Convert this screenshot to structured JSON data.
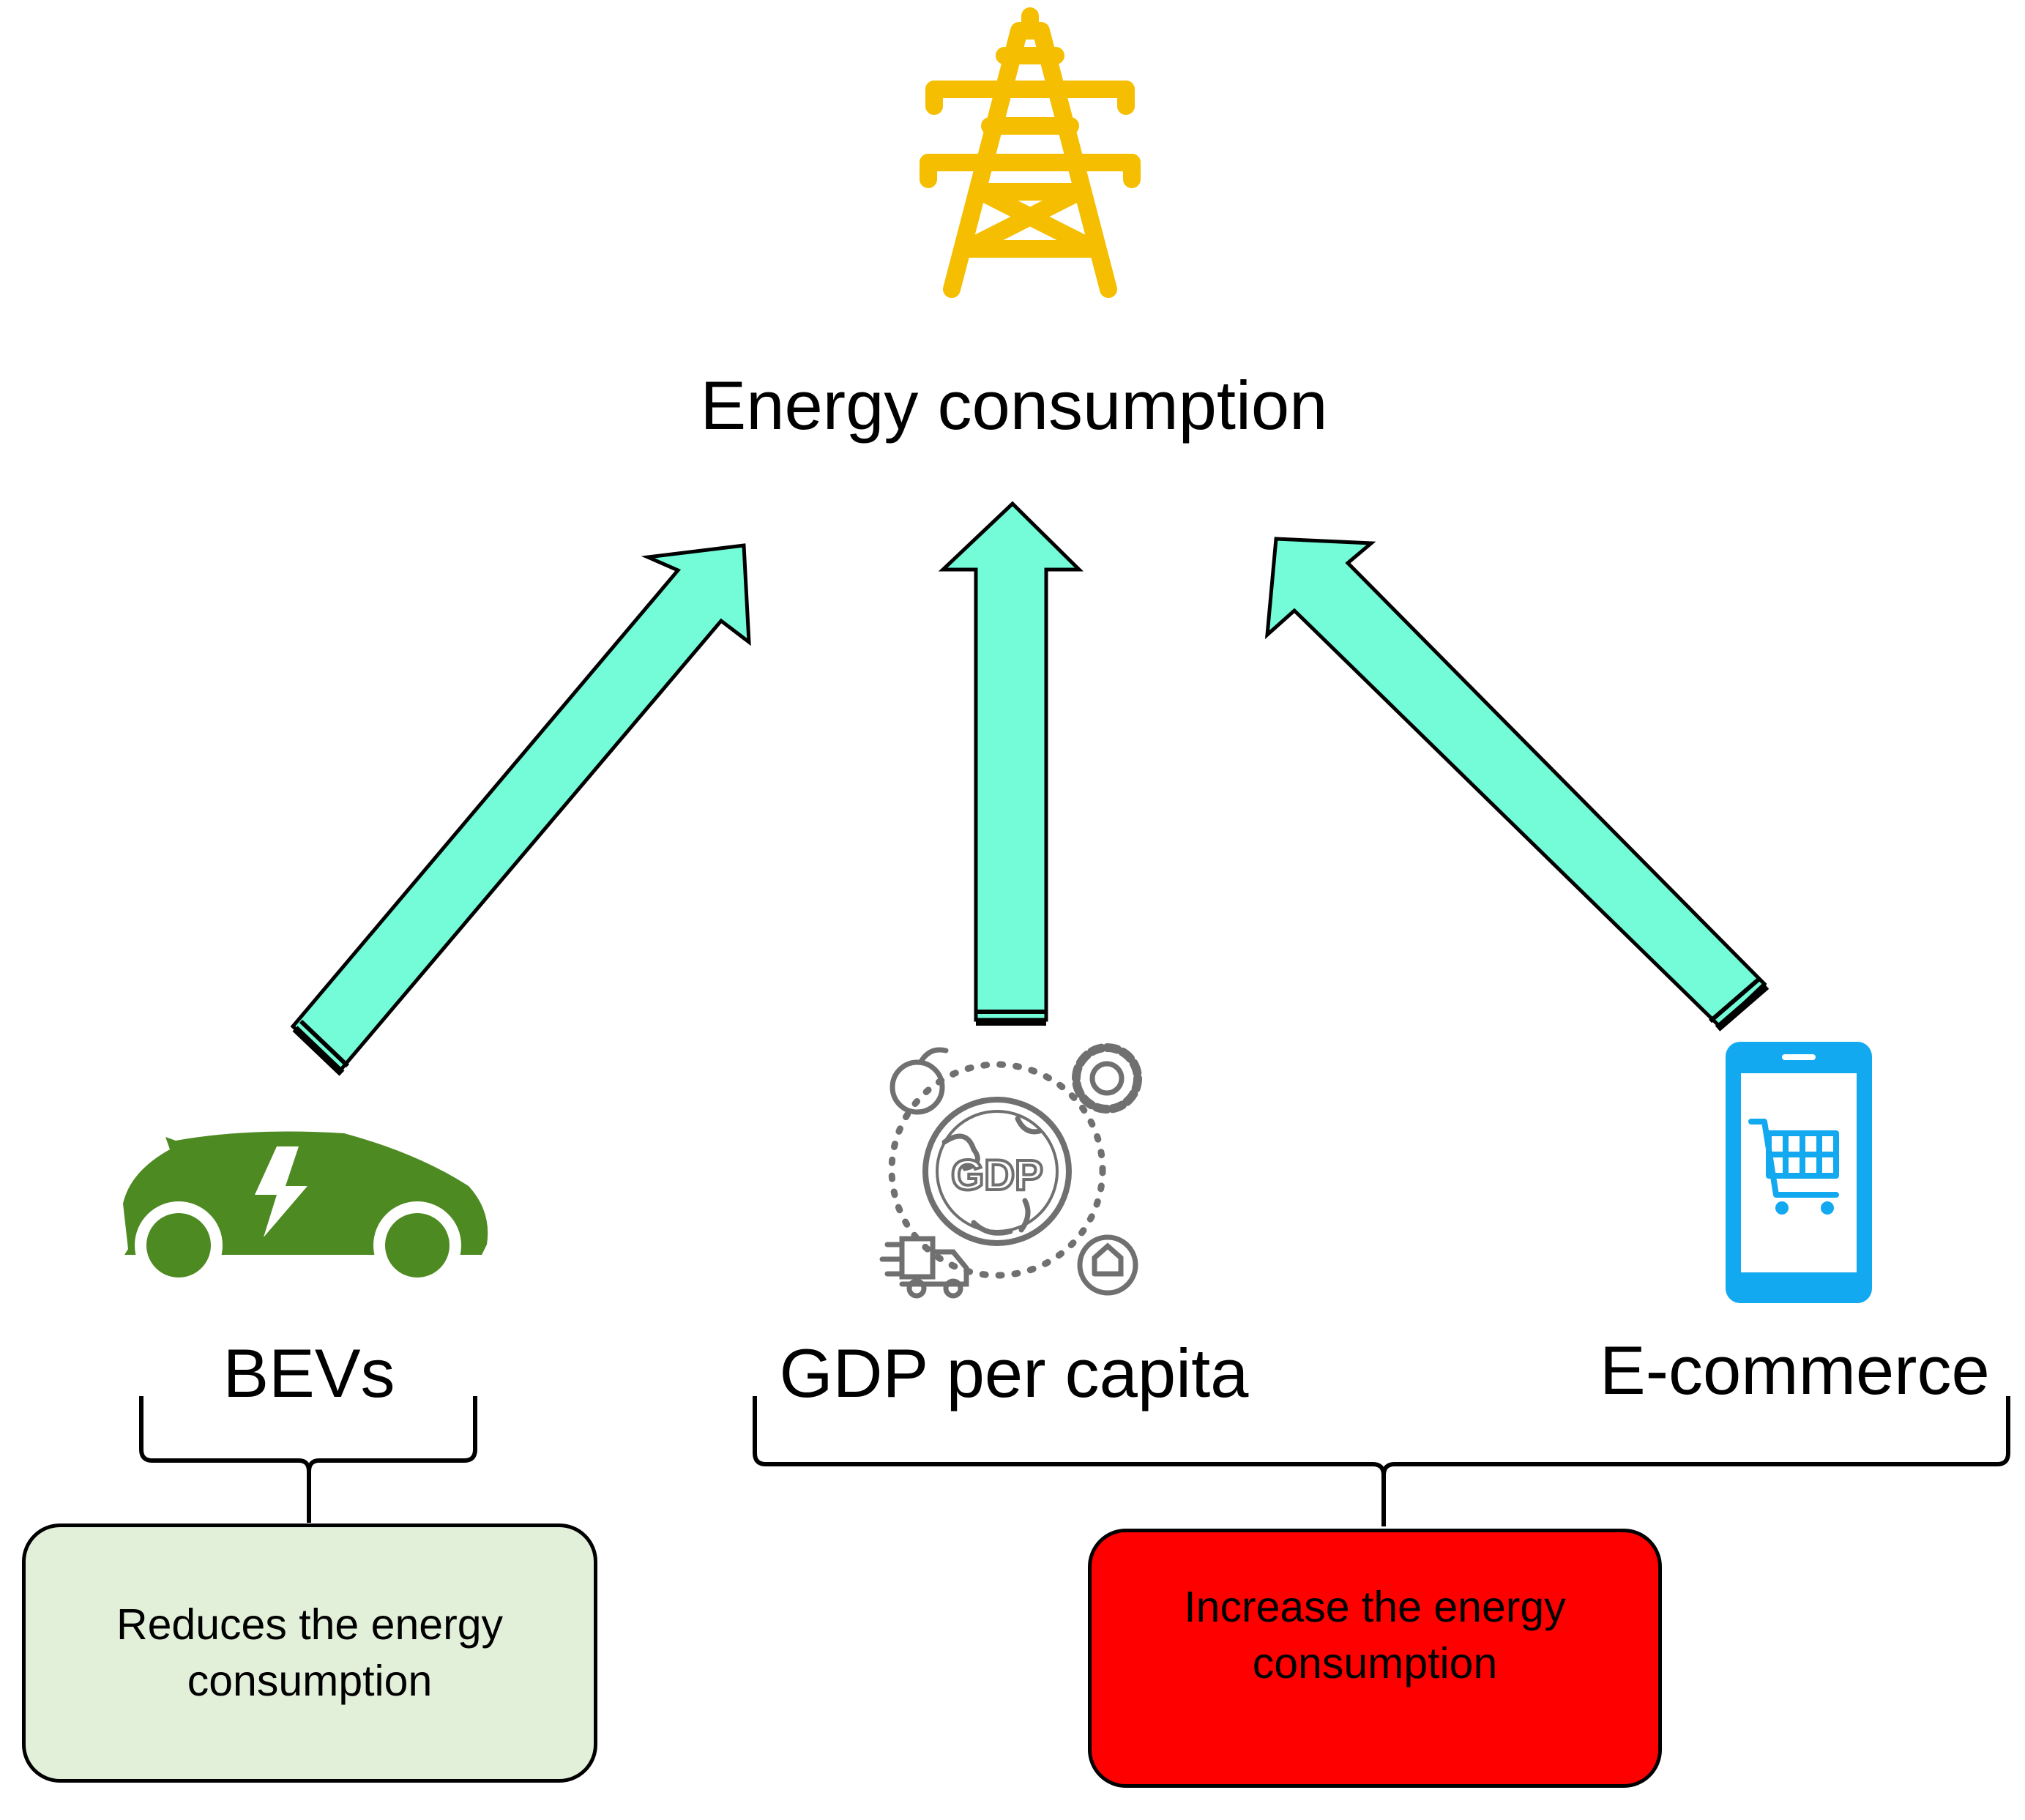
{
  "top": {
    "icon": "transmission-tower-icon",
    "label": "Energy consumption"
  },
  "factors": [
    {
      "id": "bevs",
      "label": "BEVs",
      "icon": "electric-car-icon"
    },
    {
      "id": "gdp",
      "label": "GDP per capita",
      "icon": "gdp-globe-icon",
      "icon_text": "GDP"
    },
    {
      "id": "ecommerce",
      "label": "E-commerce",
      "icon": "shopping-cart-phone-icon"
    }
  ],
  "effects": {
    "reduce": {
      "line1": "Reduces the energy",
      "line2": "consumption"
    },
    "increase": {
      "line1": "Increase the energy",
      "line2": "consumption"
    }
  },
  "colors": {
    "arrow_fill": "#74FBD8",
    "tower": "#F5BE00",
    "car": "#4E8A22",
    "phone": "#12A9F0",
    "gdp_icon": "#707070",
    "reduce_box": "#E2EFD9",
    "increase_box": "#FF0000"
  }
}
